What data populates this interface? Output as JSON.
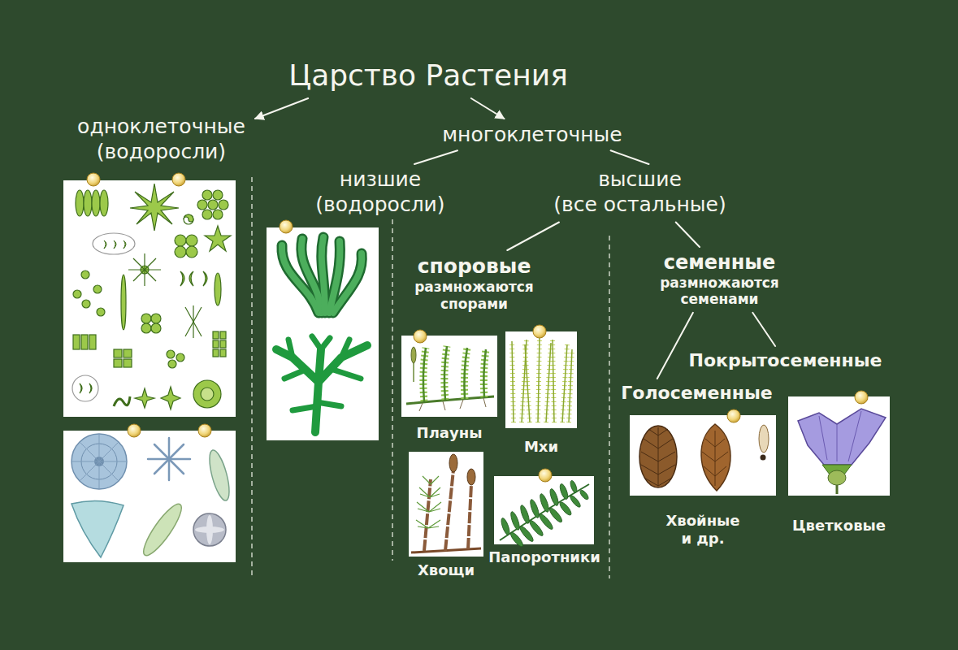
{
  "diagram": {
    "nodes": [
      {
        "text": [
          "Царство Растения"
        ]
      },
      {
        "text": [
          "одноклеточные",
          "(водоросли)"
        ]
      },
      {
        "text": [
          "многоклеточные"
        ]
      },
      {
        "text": [
          "низшие",
          "(водоросли)"
        ]
      },
      {
        "text": [
          "высшие",
          "(все остальные)"
        ]
      },
      {
        "text": [
          "споровые",
          "размножаются спорами"
        ]
      },
      {
        "text": [
          "семенные",
          "размножаются семенами"
        ]
      },
      {
        "text": [
          "Покрытосеменные"
        ]
      },
      {
        "text": [
          "Голосеменные"
        ]
      },
      {
        "text": [
          "Плауны"
        ]
      },
      {
        "text": [
          "Мхи"
        ]
      },
      {
        "text": [
          "Хвощи"
        ]
      },
      {
        "text": [
          "Папоротники"
        ]
      },
      {
        "text": [
          "Хвойные и др."
        ]
      },
      {
        "text": [
          "Цветковые"
        ]
      }
    ],
    "edges": [
      {
        "from": 0,
        "to": 1,
        "arrow": "to"
      },
      {
        "from": 0,
        "to": 2,
        "arrow": "to"
      },
      {
        "from": 2,
        "to": 3,
        "arrow": "none"
      },
      {
        "from": 2,
        "to": 4,
        "arrow": "none"
      },
      {
        "from": 4,
        "to": 5,
        "arrow": "none"
      },
      {
        "from": 4,
        "to": 6,
        "arrow": "none"
      },
      {
        "from": 6,
        "to": 8,
        "arrow": "none"
      },
      {
        "from": 6,
        "to": 7,
        "arrow": "none"
      }
    ]
  }
}
